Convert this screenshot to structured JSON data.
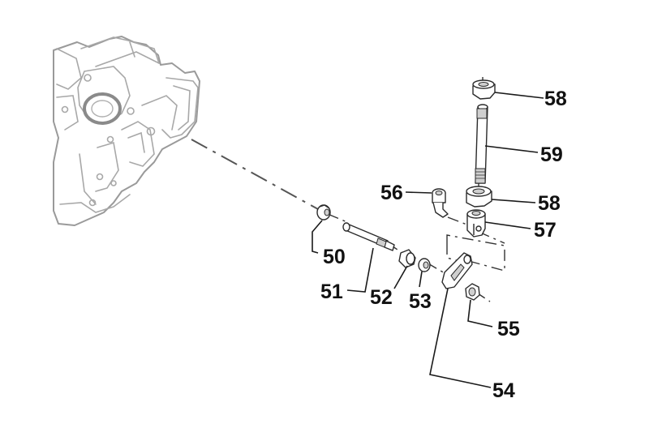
{
  "diagram": {
    "title": "Exploded parts view - linkage assembly",
    "callouts": [
      {
        "id": "50",
        "label": "50"
      },
      {
        "id": "51",
        "label": "51"
      },
      {
        "id": "52",
        "label": "52"
      },
      {
        "id": "53",
        "label": "53"
      },
      {
        "id": "54",
        "label": "54"
      },
      {
        "id": "55",
        "label": "55"
      },
      {
        "id": "56",
        "label": "56"
      },
      {
        "id": "57",
        "label": "57"
      },
      {
        "id": "58a",
        "label": "58"
      },
      {
        "id": "58b",
        "label": "58"
      },
      {
        "id": "59",
        "label": "59"
      }
    ],
    "colors": {
      "callout_text": "#111111",
      "leader_line": "#1a1a1a",
      "housing_outline": "#9a9a9a",
      "part_outline": "#2a2a2a",
      "background": "#ffffff"
    }
  }
}
